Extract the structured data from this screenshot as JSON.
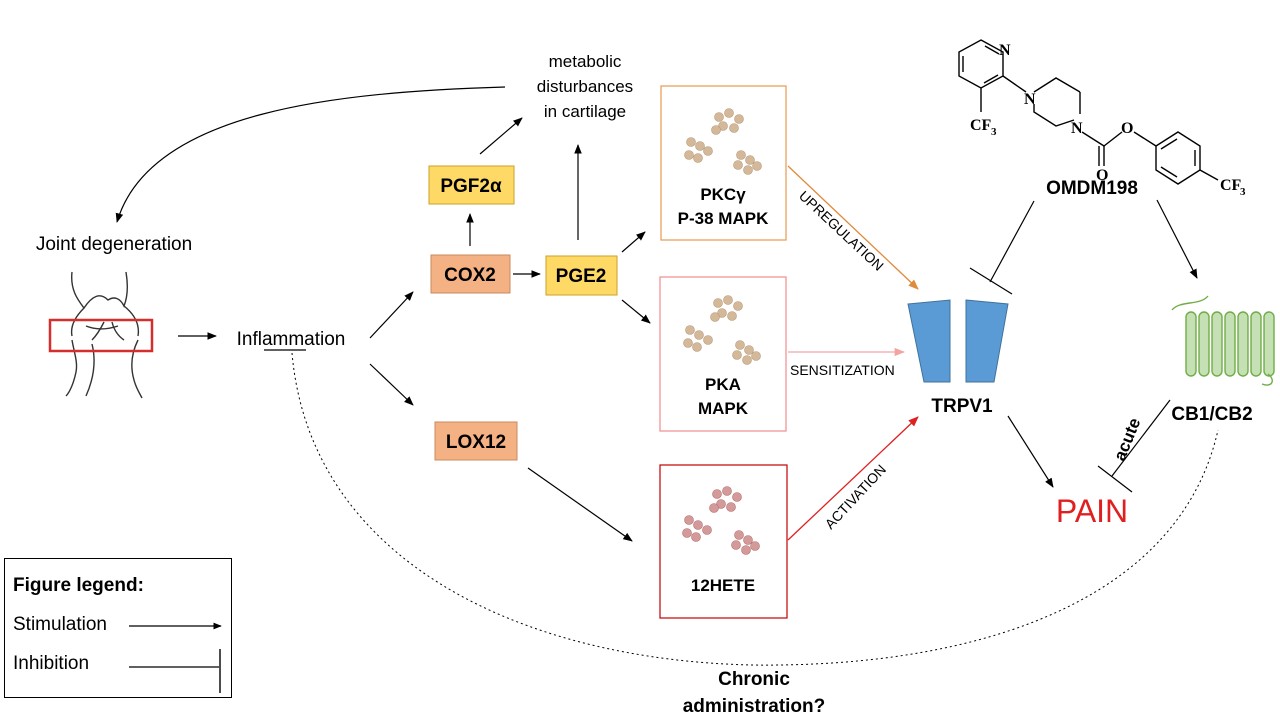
{
  "nodes": {
    "joint_degeneration": "Joint degeneration",
    "inflammation": "Inflammation",
    "metabolic": [
      "metabolic",
      "disturbances",
      "in cartilage"
    ],
    "pgf2a": "PGF2α",
    "cox2": "COX2",
    "pge2": "PGE2",
    "lox12": "LOX12",
    "cell_pkc": [
      "PKCγ",
      "P-38 MAPK"
    ],
    "cell_pka": [
      "PKA",
      "MAPK"
    ],
    "cell_12hete": "12HETE",
    "trpv1": "TRPV1",
    "omdm198": "OMDM198",
    "cb1cb2": "CB1/CB2",
    "pain": "PAIN",
    "chronic": [
      "Chronic",
      "administration?"
    ]
  },
  "edge_labels": {
    "upregulation": "UPREGULATION",
    "sensitization": "SENSITIZATION",
    "activation": "ACTIVATION",
    "acute": "acute"
  },
  "molecule": {
    "atom_n_ring": "N",
    "atom_n1": "N",
    "atom_n2": "N",
    "atom_o_ester": "O",
    "atom_o_carbonyl": "O",
    "cf3_left": "CF",
    "cf3_right": "CF",
    "subscript": "3"
  },
  "legend": {
    "title": "Figure legend:",
    "stimulation": "Stimulation",
    "inhibition": "Inhibition"
  },
  "colors": {
    "box_orange": "#f4b183",
    "box_yellow": "#ffd966",
    "upregulation_arrow": "#e08a3c",
    "sensitization_arrow": "#f4a3a3",
    "activation_arrow": "#e02020",
    "cell_pkc_border": "#e69a50",
    "cell_pka_border": "#f08c8c",
    "cell_12hete_border": "#c00000",
    "trpv1_fill": "#5b9bd5",
    "receptor_green": "#70ad47",
    "pain_text": "#e02020",
    "joint_highlight": "#d32f2f"
  }
}
